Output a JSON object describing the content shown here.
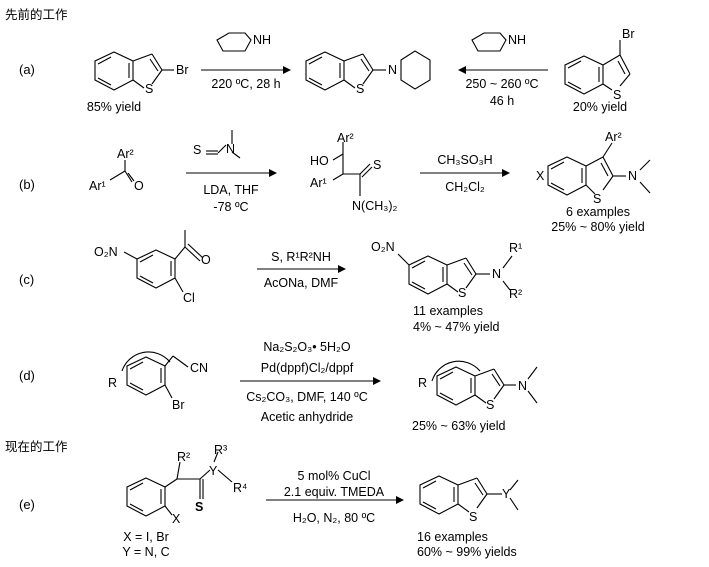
{
  "sections": {
    "previous": "先前的工作",
    "current": "现在的工作"
  },
  "rows": [
    {
      "label": "(a)",
      "left_yield": "85% yield",
      "cond_right_top": "220 ºC, 28 h",
      "cond_left_top": "250 ~ 260 ºC",
      "cond_left_bottom": "46 h",
      "right_yield": "20% yield"
    },
    {
      "label": "(b)",
      "cond1_bottom": "LDA, THF",
      "cond1_temp": "-78 ºC",
      "cond2_top": "CH₃SO₃H",
      "cond2_bottom": "CH₂Cl₂",
      "examples": "6 examples",
      "yield": "25% ~ 80% yield"
    },
    {
      "label": "(c)",
      "cond_top": "S, R¹R²NH",
      "cond_bottom": "AcONa, DMF",
      "examples": "11 examples",
      "yield": "4% ~ 47% yield"
    },
    {
      "label": "(d)",
      "cond_1": "Na₂S₂O₃• 5H₂O",
      "cond_2": "Pd(dppf)Cl₂/dppf",
      "cond_3": "Cs₂CO₃, DMF, 140 ºC",
      "cond_4": "Acetic anhydride",
      "yield": "25% ~ 63% yield"
    },
    {
      "label": "(e)",
      "cond_1": "5 mol% CuCl",
      "cond_2": "2.1 equiv. TMEDA",
      "cond_3": "H₂O, N₂, 80 ºC",
      "x_note": "X = I, Br",
      "y_note": "Y = N, C",
      "examples": "16 examples",
      "yield": "60% ~ 99% yields"
    }
  ],
  "atoms": {
    "br": "Br",
    "s": "S",
    "n": "N",
    "nh": "NH",
    "o": "O",
    "ho": "HO",
    "ar1": "Ar¹",
    "ar2": "Ar²",
    "x": "X",
    "r": "R",
    "cn": "CN",
    "r1": "R¹",
    "r2": "R²",
    "r3": "R³",
    "r4": "R⁴",
    "y": "Y",
    "nme2": "N(CH₃)₂",
    "o2n": "O₂N",
    "cl": "Cl"
  }
}
